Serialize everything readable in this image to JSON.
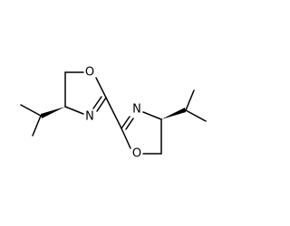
{
  "molecule": {
    "atoms": [
      {
        "id": "O1",
        "label": "O"
      },
      {
        "id": "N1",
        "label": "N"
      },
      {
        "id": "N2",
        "label": "N"
      },
      {
        "id": "O2",
        "label": "O"
      }
    ]
  },
  "colors": {
    "bond": "#000000",
    "background": "#ffffff"
  }
}
